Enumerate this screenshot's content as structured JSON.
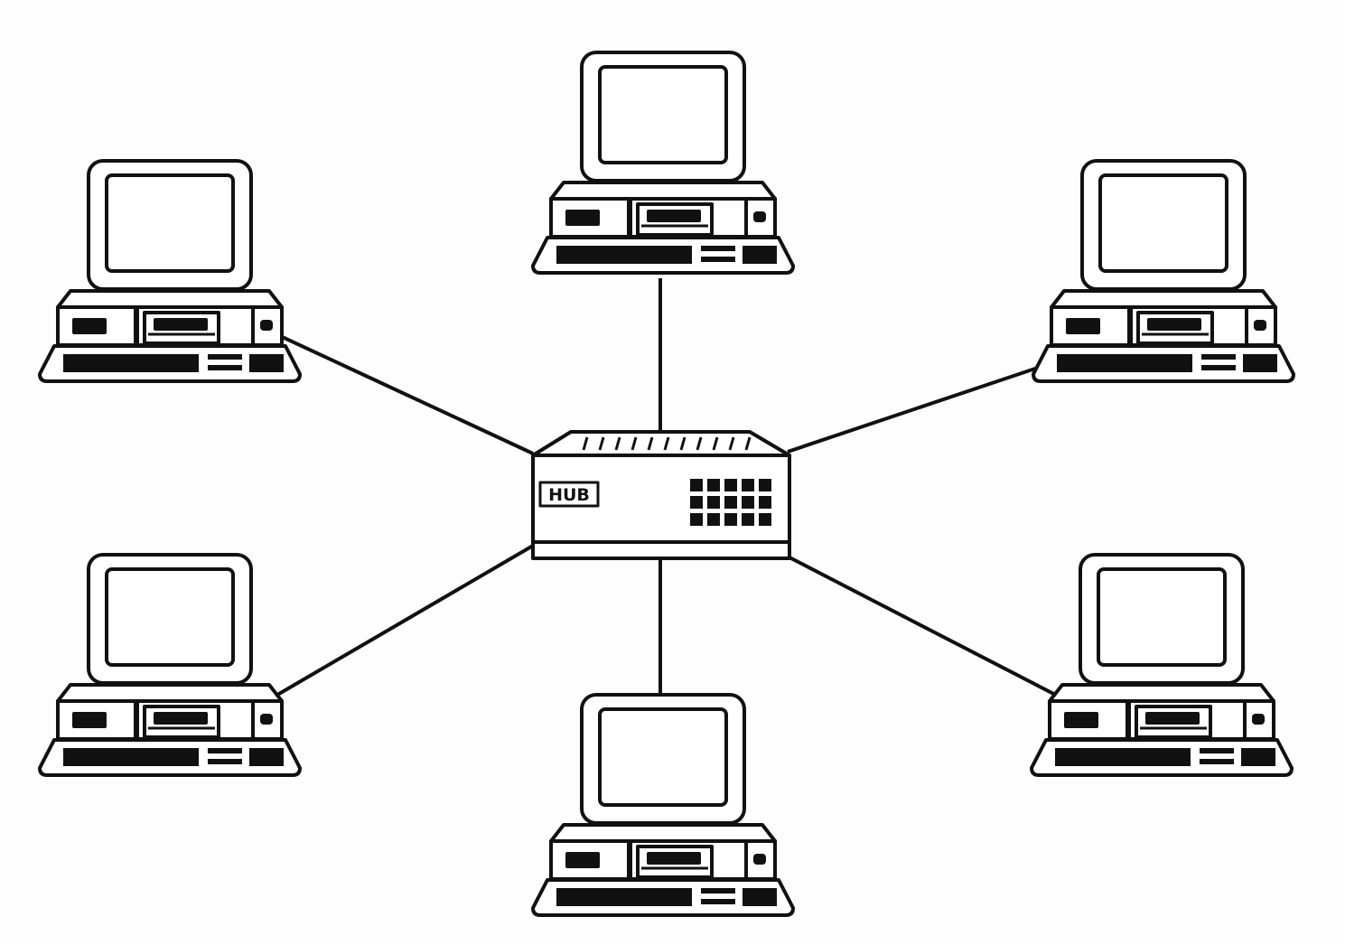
{
  "hub": {
    "label": "HUB",
    "port_rows": 3,
    "port_cols": 5
  },
  "computers": [
    {
      "id": "top-left"
    },
    {
      "id": "top-center"
    },
    {
      "id": "top-right"
    },
    {
      "id": "bottom-left"
    },
    {
      "id": "bottom-center"
    },
    {
      "id": "bottom-right"
    }
  ],
  "colors": {
    "line": "#111111",
    "fill": "#ffffff",
    "background": "#fdfdfd"
  }
}
